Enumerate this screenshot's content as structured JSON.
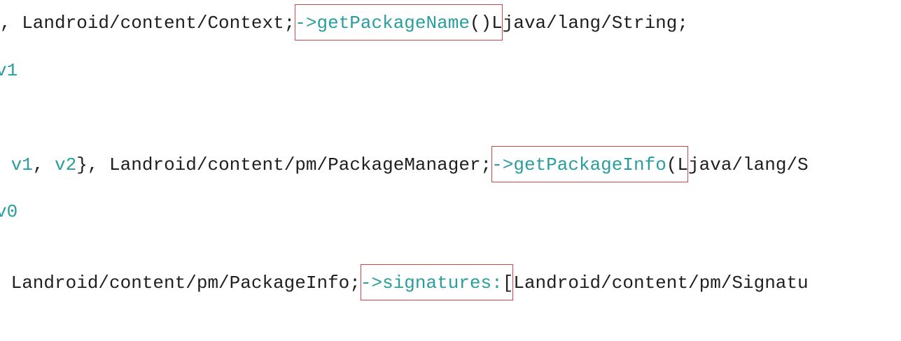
{
  "lines": [
    {
      "before": ", Landroid/content/Context;",
      "hl_a": "->getPackageName",
      "hl_b": "()L",
      "after": "java/lang/String;"
    },
    {
      "text": "v1"
    },
    {
      "regs_a": " v1",
      "regs_sep": ", ",
      "regs_b": "v2",
      "before": "}, Landroid/content/pm/PackageManager;",
      "hl_a": "->getPackageInfo",
      "hl_b": "(L",
      "after": "java/lang/S"
    },
    {
      "text": "v0"
    },
    {
      "before": " Landroid/content/pm/PackageInfo;",
      "hl_a": "->signatures:",
      "hl_b": "[",
      "after": "Landroid/content/pm/Signatu"
    }
  ],
  "colors": {
    "text": "#1f1f1f",
    "keyword": "#2a9d9f",
    "highlight_box": "#d04848"
  }
}
